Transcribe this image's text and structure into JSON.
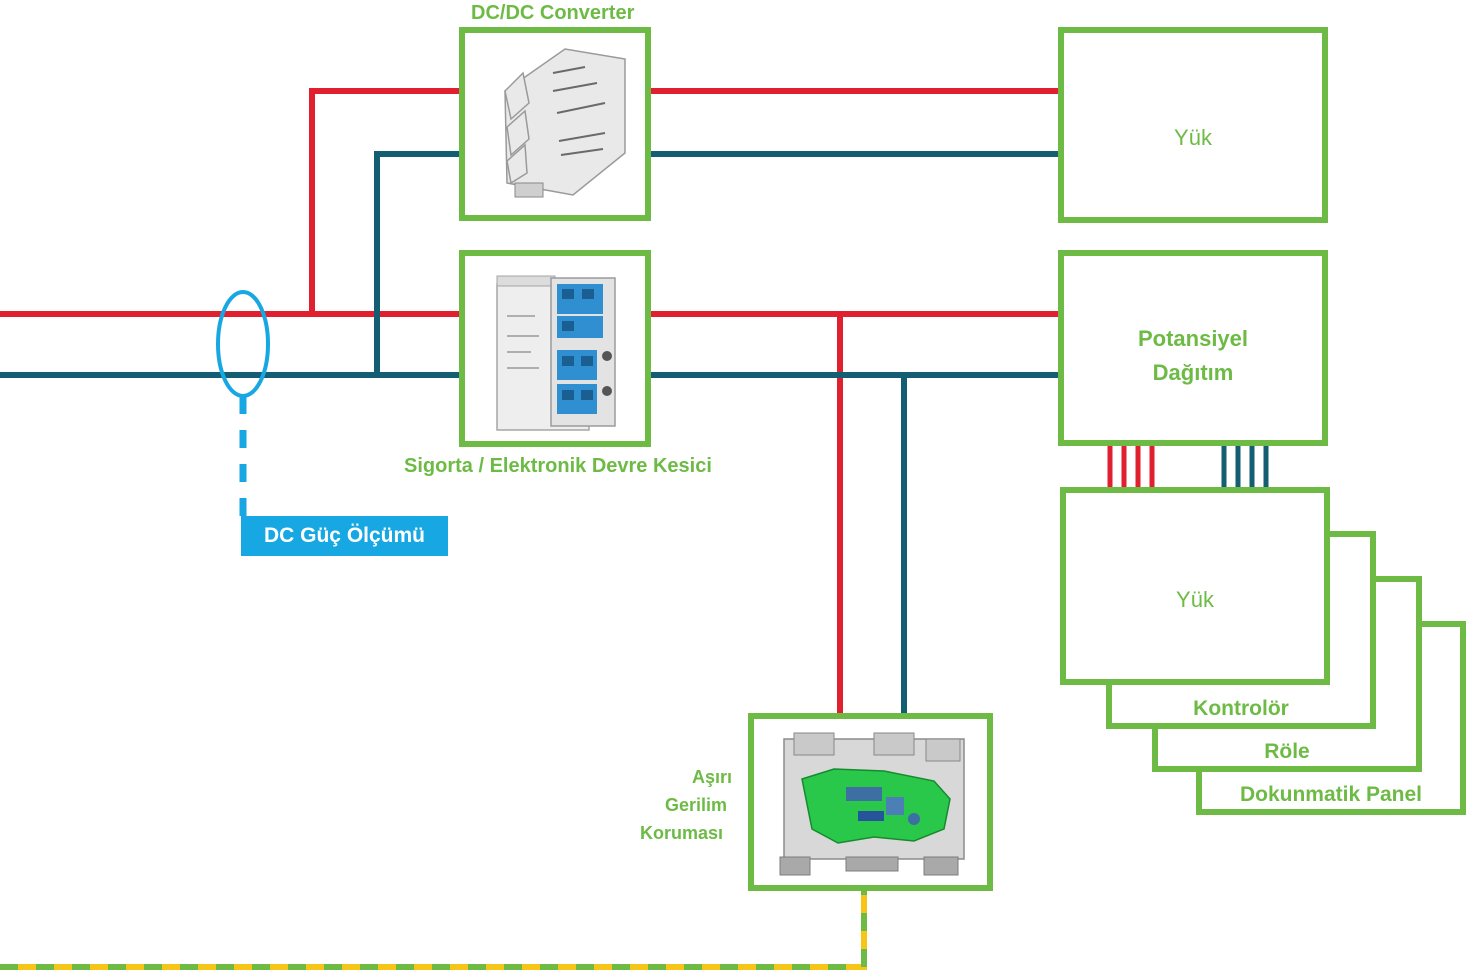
{
  "colors": {
    "box_border": "#6dbb45",
    "positive_line": "#e01f2f",
    "negative_line": "#135e72",
    "measurement": "#17a8e3",
    "ground_yellow": "#f7c517",
    "ground_green": "#6dbb45"
  },
  "labels": {
    "dcdc_converter": "DC/DC Converter",
    "fuse_breaker": "Sigorta / Elektronik Devre Kesici",
    "load_top": "Yük",
    "potential_distribution_line1": "Potansiyel",
    "potential_distribution_line2": "Dağıtım",
    "load_stack": "Yük",
    "controller": "Kontrolör",
    "relay": "Röle",
    "touch_panel": "Dokunmatik Panel",
    "surge_line1": "Aşırı",
    "surge_line2": "Gerilim",
    "surge_line3": "Koruması",
    "dc_power_measurement": "DC Güç Ölçümü"
  },
  "icons": {
    "dcdc_device": "dc-dc-converter-module-icon",
    "breaker_device": "electronic-circuit-breaker-icon",
    "surge_device": "surge-protection-terminal-icon",
    "measurement": "current-sensor-loop-icon"
  }
}
